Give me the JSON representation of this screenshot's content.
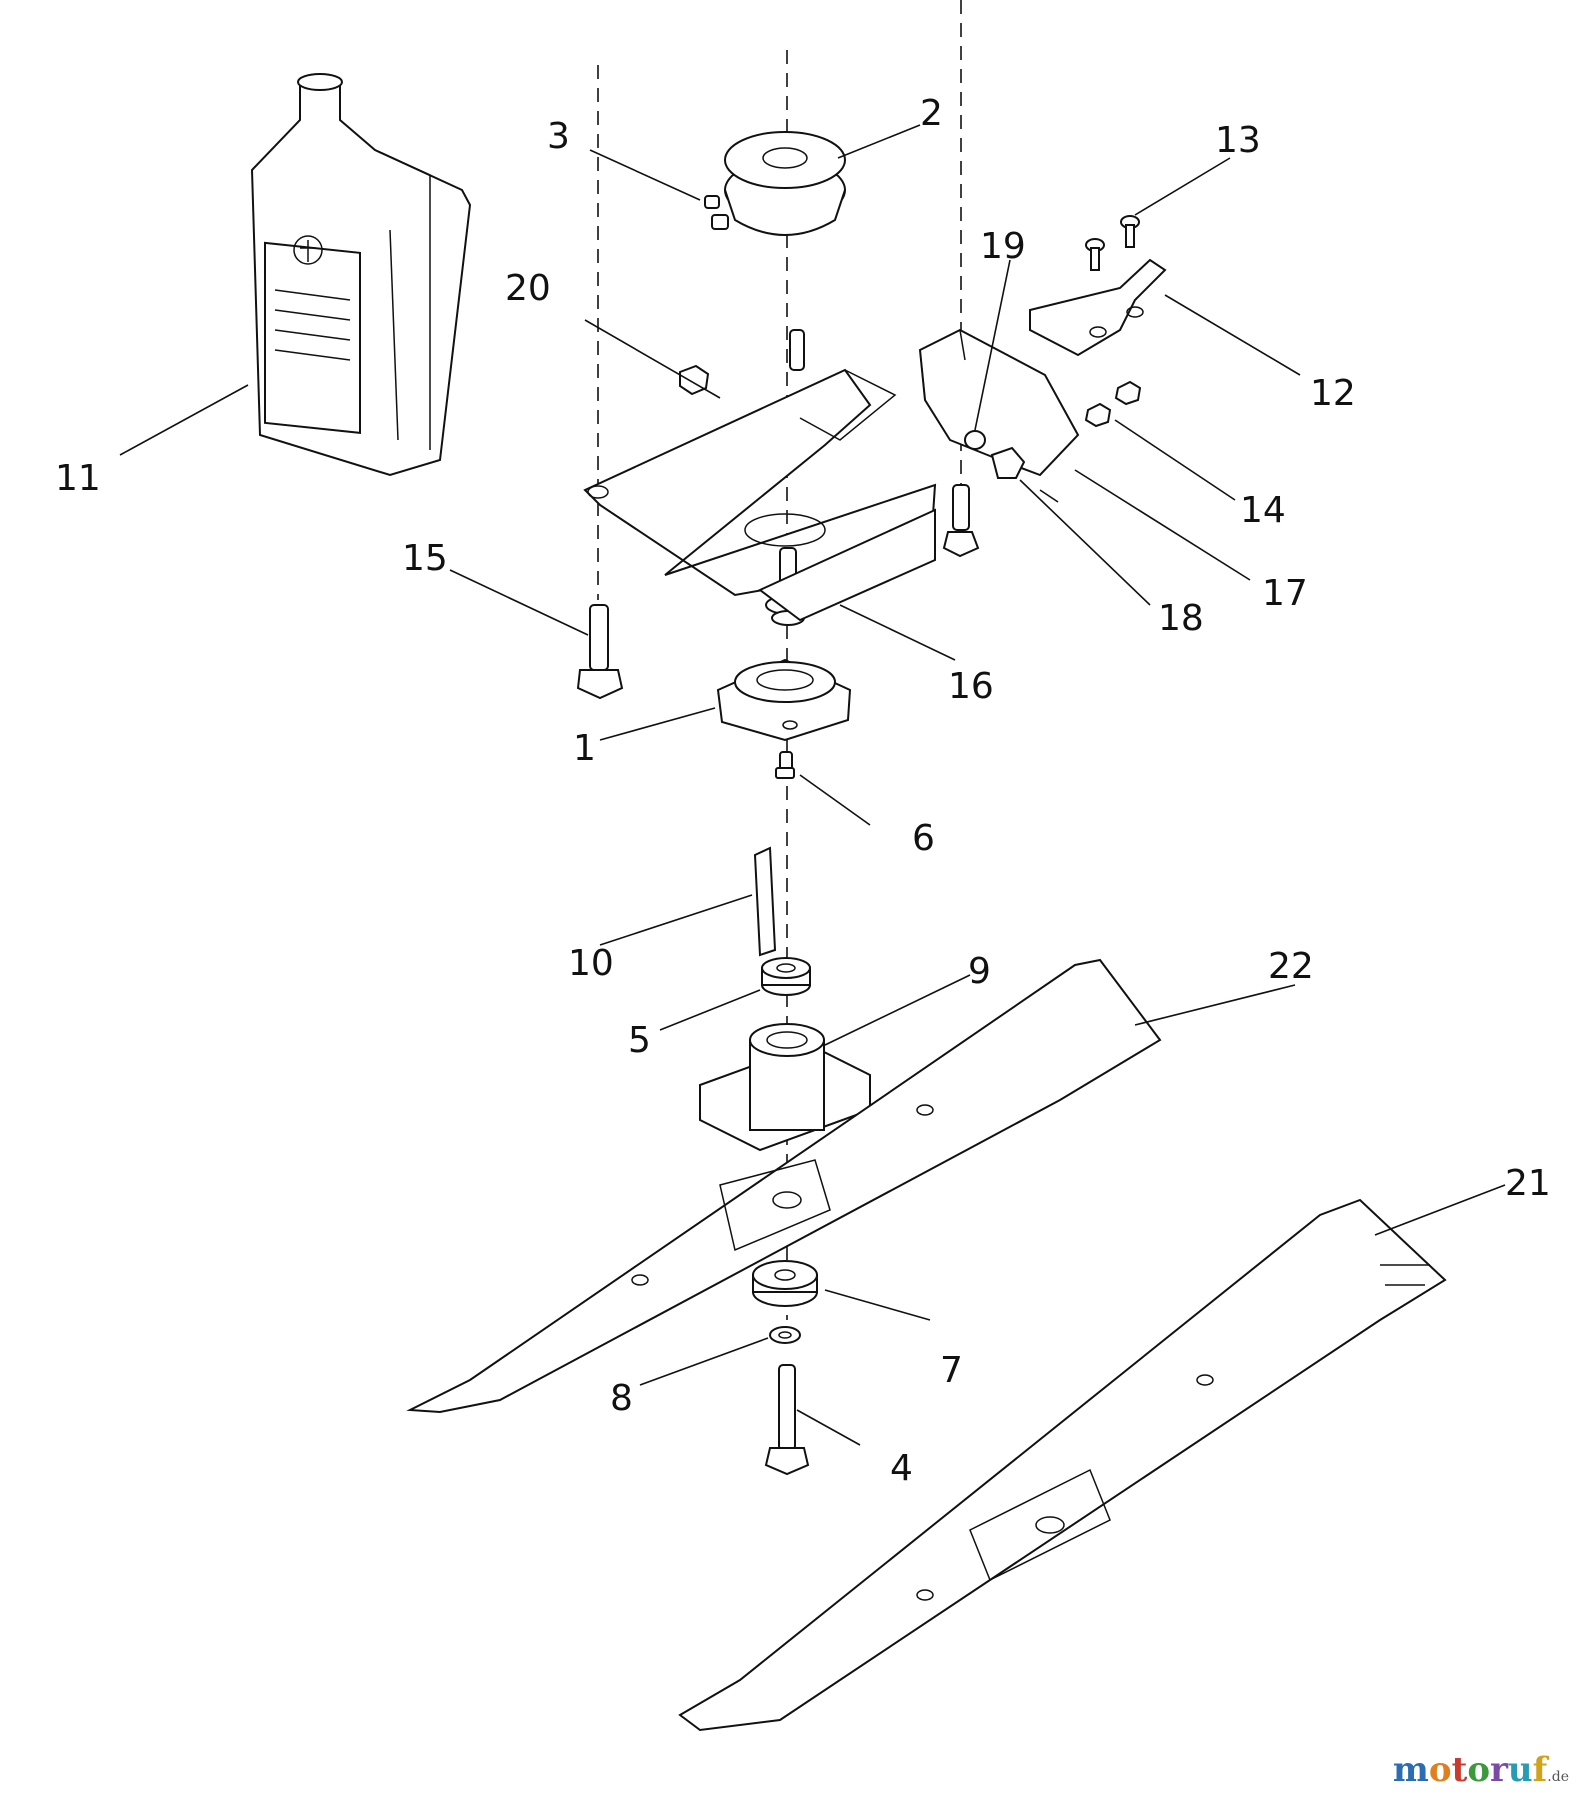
{
  "callouts": [
    "1",
    "2",
    "3",
    "4",
    "5",
    "6",
    "7",
    "8",
    "9",
    "10",
    "11",
    "12",
    "13",
    "14",
    "15",
    "16",
    "17",
    "18",
    "19",
    "20",
    "21",
    "22"
  ],
  "watermark": {
    "letters": [
      "m",
      "o",
      "t",
      "o",
      "r",
      "u",
      "f"
    ],
    "colors": [
      "#2a6db4",
      "#e0801c",
      "#c93b2e",
      "#3c9a3c",
      "#7b4aa8",
      "#2a9bb5",
      "#d2a21b"
    ],
    "suffix": ".de"
  },
  "icons": [
    "oil-bottle-icon",
    "husqvarna-logo-icon"
  ]
}
